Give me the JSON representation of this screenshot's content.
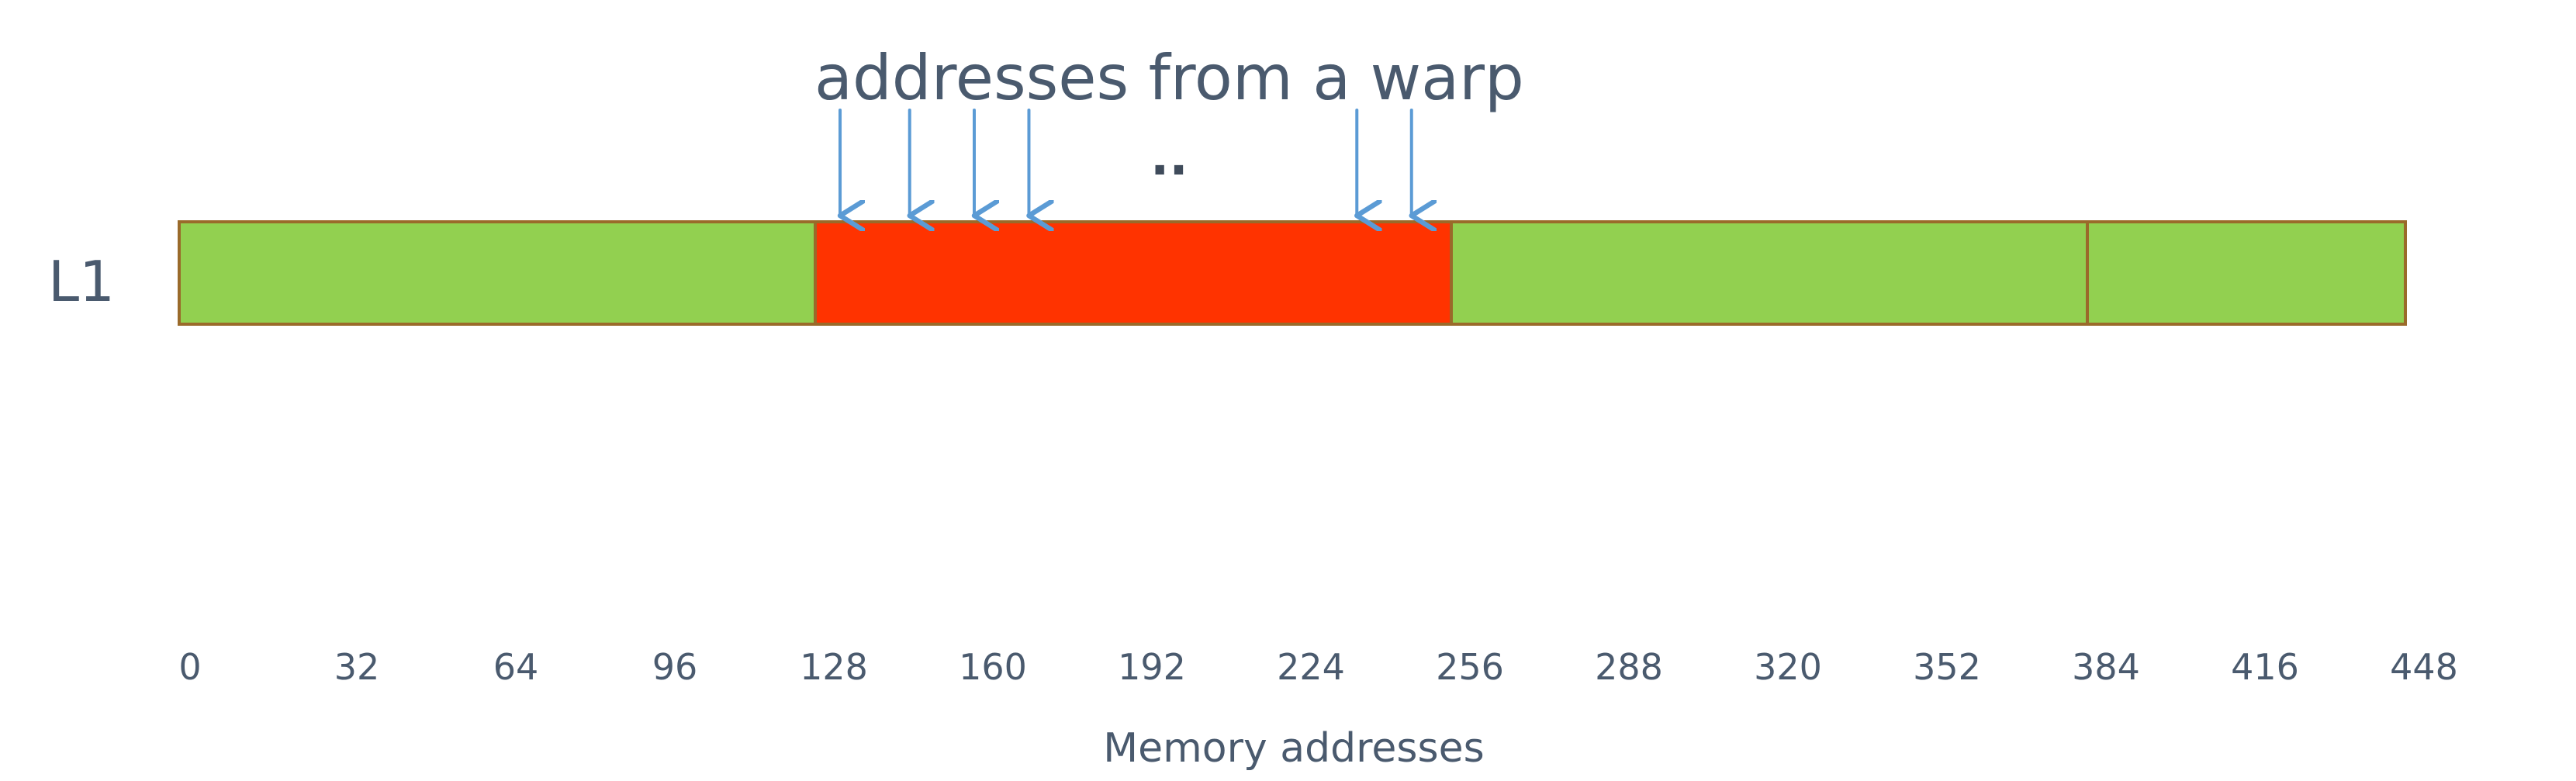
{
  "diagram": {
    "row_label": "L1",
    "warp_label": "addresses from a warp",
    "ellipsis": "..",
    "axis_title": "Memory addresses",
    "ticks": [
      "0",
      "32",
      "64",
      "96",
      "128",
      "160",
      "192",
      "224",
      "256",
      "288",
      "320",
      "352",
      "384",
      "416",
      "448"
    ],
    "axis_start": 0,
    "axis_step": 32,
    "segments": [
      {
        "start": 0,
        "end": 128,
        "status": "unused"
      },
      {
        "start": 128,
        "end": 256,
        "status": "accessed"
      },
      {
        "start": 256,
        "end": 384,
        "status": "unused"
      },
      {
        "start": 384,
        "end": 448,
        "status": "unused"
      }
    ],
    "access_addresses": [
      133,
      147,
      160,
      171,
      237,
      248
    ],
    "colors": {
      "unused": "#92d050",
      "accessed": "#ff3300",
      "segment_border": "#9a6a2a",
      "arrow": "#5b9bd5",
      "text": "#4a5a6e"
    }
  }
}
